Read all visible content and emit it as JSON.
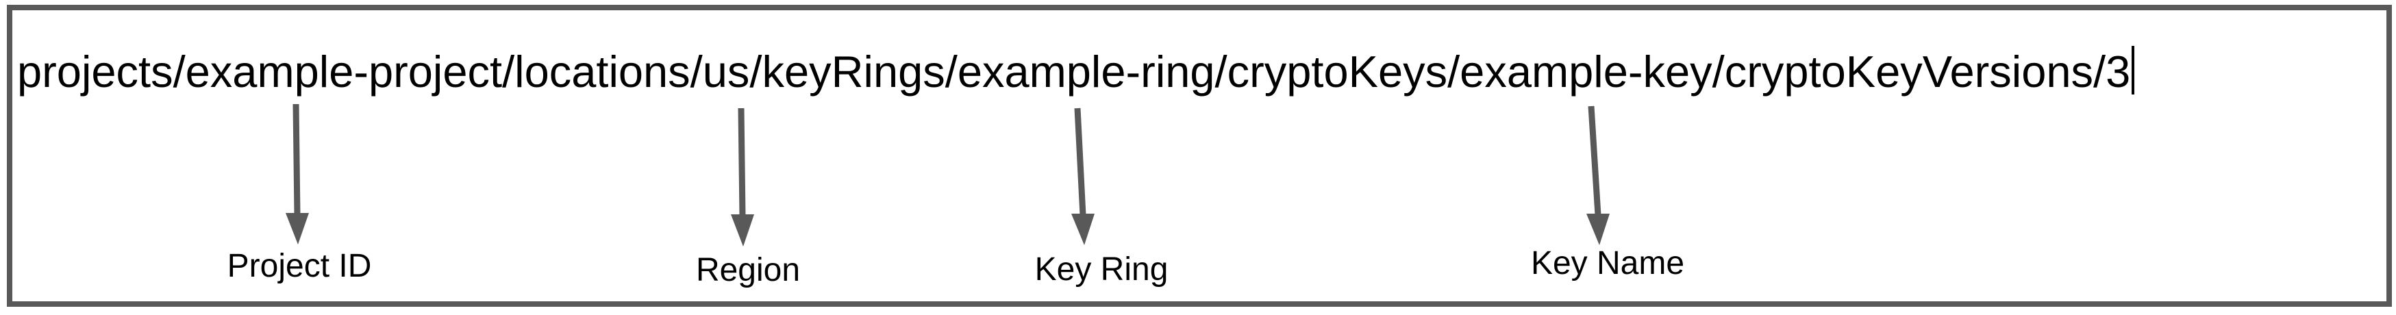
{
  "figure": {
    "resource_path": "projects/example-project/locations/us/keyRings/example-ring/cryptoKeys/example-key/cryptoKeyVersions/3",
    "annotations": [
      {
        "label": "Project ID",
        "points_to": "example-project"
      },
      {
        "label": "Region",
        "points_to": "us"
      },
      {
        "label": "Key Ring",
        "points_to": "example-ring"
      },
      {
        "label": "Key Name",
        "points_to": "example-key"
      }
    ],
    "colors": {
      "border": "#595959",
      "arrow": "#595959",
      "text": "#000000",
      "background": "#ffffff"
    }
  }
}
